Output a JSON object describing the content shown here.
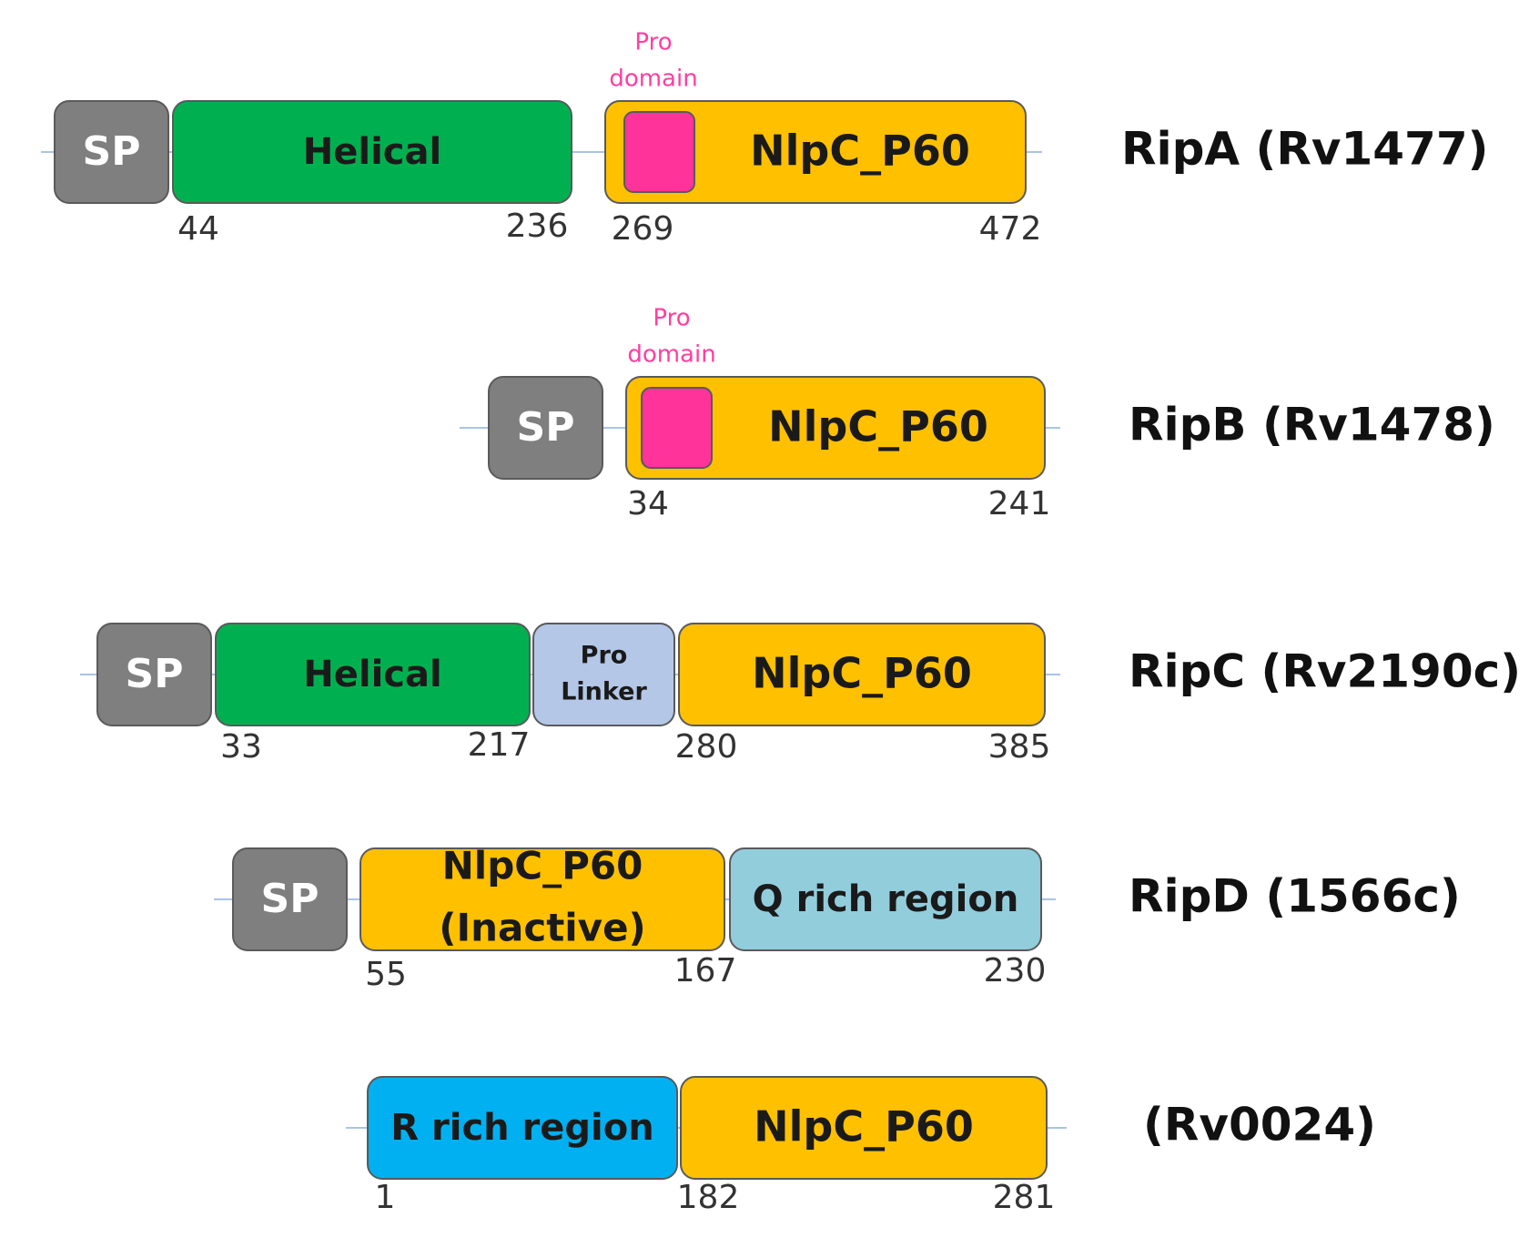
{
  "colors": {
    "sp": "#7f7f7f",
    "helical": "#00b050",
    "nlpc": "#ffc000",
    "pro": "#ff3399",
    "linker": "#b4c7e7",
    "q_rich": "#92cddc",
    "r_rich": "#00b0f0",
    "backbone": "#a9c4e4",
    "pro_label": "#ff3fa0"
  },
  "proteins": [
    {
      "name": "RipA (Rv1477)",
      "domains": [
        {
          "type": "sp",
          "label": "SP"
        },
        {
          "type": "helical",
          "label": "Helical"
        },
        {
          "type": "nlpc",
          "label": "NlpC_P60",
          "pro_label": [
            "Pro",
            "domain"
          ]
        }
      ],
      "positions": [
        "44",
        "236",
        "269",
        "472"
      ]
    },
    {
      "name": "RipB (Rv1478)",
      "domains": [
        {
          "type": "sp",
          "label": "SP"
        },
        {
          "type": "nlpc",
          "label": "NlpC_P60",
          "pro_label": [
            "Pro",
            "domain"
          ]
        }
      ],
      "positions": [
        "34",
        "241"
      ]
    },
    {
      "name": "RipC (Rv2190c)",
      "domains": [
        {
          "type": "sp",
          "label": "SP"
        },
        {
          "type": "helical",
          "label": "Helical"
        },
        {
          "type": "linker",
          "label": [
            "Pro",
            "Linker"
          ]
        },
        {
          "type": "nlpc",
          "label": "NlpC_P60"
        }
      ],
      "positions": [
        "33",
        "217",
        "280",
        "385"
      ]
    },
    {
      "name": "RipD (1566c)",
      "domains": [
        {
          "type": "sp",
          "label": "SP"
        },
        {
          "type": "nlpc",
          "label": [
            "NlpC_P60",
            "(Inactive)"
          ]
        },
        {
          "type": "q_rich",
          "label": "Q rich region"
        }
      ],
      "positions": [
        "55",
        "167",
        "230"
      ]
    },
    {
      "name": "(Rv0024)",
      "domains": [
        {
          "type": "r_rich",
          "label": "R rich region"
        },
        {
          "type": "nlpc",
          "label": "NlpC_P60"
        }
      ],
      "positions": [
        "1",
        "182",
        "281"
      ]
    }
  ]
}
